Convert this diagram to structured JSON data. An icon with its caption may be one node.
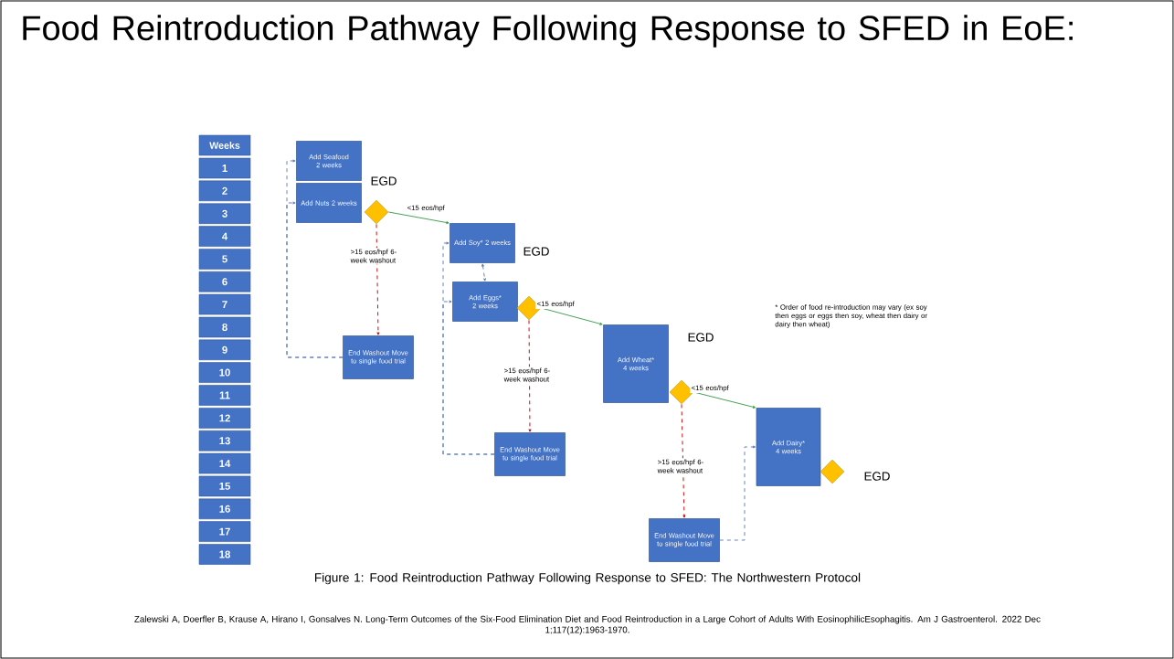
{
  "diagram": {
    "title": "Food Reintroduction Pathway Following Response to SFED in EoE:",
    "caption": "Figure 1: Food Reintroduction Pathway Following Response to SFED: The Northwestern Protocol",
    "nodes": [
      {
        "text": [
          "Weeks"
        ]
      },
      {
        "text": [
          "1"
        ]
      },
      {
        "text": [
          "2"
        ]
      },
      {
        "text": [
          "3"
        ]
      },
      {
        "text": [
          "4"
        ]
      },
      {
        "text": [
          "5"
        ]
      },
      {
        "text": [
          "6"
        ]
      },
      {
        "text": [
          "7"
        ]
      },
      {
        "text": [
          "8"
        ]
      },
      {
        "text": [
          "9"
        ]
      },
      {
        "text": [
          "10"
        ]
      },
      {
        "text": [
          "11"
        ]
      },
      {
        "text": [
          "12"
        ]
      },
      {
        "text": [
          "13"
        ]
      },
      {
        "text": [
          "14"
        ]
      },
      {
        "text": [
          "15"
        ]
      },
      {
        "text": [
          "16"
        ]
      },
      {
        "text": [
          "17"
        ]
      },
      {
        "text": [
          "18"
        ]
      },
      {
        "text": [
          "Add Seafood 2 weeks"
        ]
      },
      {
        "text": [
          "Add Nuts 2 weeks"
        ],
        "beside": [
          "EGD"
        ]
      },
      {
        "text": [],
        "shape": "diamond"
      },
      {
        "text": [
          "End Washout Move to single food trial"
        ]
      },
      {
        "text": [
          "Add Soy* 2 weeks"
        ],
        "beside": [
          "EGD"
        ]
      },
      {
        "text": [
          "Add Eggs* 2 weeks"
        ]
      },
      {
        "text": [],
        "shape": "diamond"
      },
      {
        "text": [
          "End Washout Move to single food trial"
        ]
      },
      {
        "text": [
          "Add Wheat* 4 weeks"
        ],
        "beside": [
          "EGD"
        ]
      },
      {
        "text": [],
        "shape": "diamond"
      },
      {
        "text": [
          "End Washout Move to single food trial"
        ]
      },
      {
        "text": [
          "Add Dairy* 4 weeks"
        ]
      },
      {
        "text": [],
        "shape": "diamond",
        "beside": [
          "EGD"
        ]
      }
    ],
    "edges": [
      {
        "from": 21,
        "to": 23,
        "arrow": "to",
        "label": "<15 eos/hpf",
        "color": "#3a9a4a"
      },
      {
        "from": 21,
        "to": 22,
        "arrow": "to",
        "label": ">15 eos/hpf 6-week washout",
        "style": "dashed",
        "color": "#c00000"
      },
      {
        "from": 22,
        "to": 19,
        "arrow": "to",
        "style": "dashed"
      },
      {
        "from": 22,
        "to": 20,
        "arrow": "to",
        "style": "dashed"
      },
      {
        "from": 23,
        "to": 24,
        "arrow": "both",
        "style": "dashed"
      },
      {
        "from": 25,
        "to": 27,
        "arrow": "to",
        "label": "<15 eos/hpf",
        "color": "#3a9a4a"
      },
      {
        "from": 25,
        "to": 26,
        "arrow": "to",
        "label": ">15 eos/hpf 6-week washout",
        "style": "dashed",
        "color": "#c00000"
      },
      {
        "from": 26,
        "to": 23,
        "arrow": "to",
        "style": "dashed"
      },
      {
        "from": 26,
        "to": 24,
        "arrow": "to",
        "style": "dashed"
      },
      {
        "from": 28,
        "to": 30,
        "arrow": "to",
        "label": "<15 eos/hpf",
        "color": "#3a9a4a"
      },
      {
        "from": 28,
        "to": 29,
        "arrow": "to",
        "label": ">15 eos/hpf 6-week washout",
        "style": "dashed",
        "color": "#c00000"
      },
      {
        "from": 29,
        "to": 30,
        "arrow": "to",
        "style": "dashed"
      }
    ],
    "labels": [
      "* Order of food re-introduction may vary (ex soy then eggs or eggs then soy, wheat then dairy or dairy then wheat)",
      "Zalewski A, Doerfler B, Krause A, Hirano I, Gonsalves N. Long-Term Outcomes of the Six-Food Elimination Diet and Food Reintroduction in a Large Cohort of Adults With EosinophilicEsophagitis. Am J Gastroenterol. 2022 Dec 1;117(12):1963-1970."
    ]
  }
}
